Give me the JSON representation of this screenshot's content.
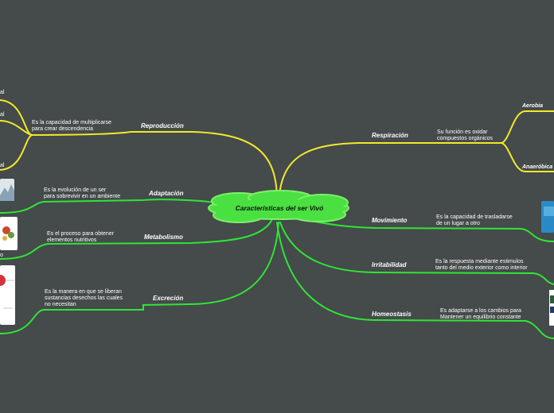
{
  "central": {
    "title": "Características del ser Vivó"
  },
  "colors": {
    "left_branch": "#f2e92a",
    "right_branch": "#2ee634",
    "center_fill": "#4ae042",
    "center_stroke": "#7ef06a"
  },
  "left": [
    {
      "label": "Reproducción",
      "desc": "Es la capacidad de multiplicarse\npara crear descendencia",
      "color": "#f2e92a"
    },
    {
      "label": "Adaptación",
      "desc": "Es la evolución de un ser\npara sobrevivir en un ambiente",
      "color": "#2ee634"
    },
    {
      "label": "Metabolismo",
      "desc": "Es el proceso para obtener\nelementos nutritivos",
      "color": "#2ee634"
    },
    {
      "label": "Excreción",
      "desc": "Es la manera en que se liberan\nsustancias desechos las cuales\nno necesitan",
      "color": "#2ee634"
    }
  ],
  "right": [
    {
      "label": "Respiración",
      "desc": "Su función es oxidar\ncompuestos orgánicos",
      "color": "#f2e92a"
    },
    {
      "label": "Movimiento",
      "desc": "Es la capacidad de trasladarse\nde un lugar a otro",
      "color": "#2ee634"
    },
    {
      "label": "Irritabilidad",
      "desc": "Es la respuesta mediante estimulos\ntanto del medio exterior como interior",
      "color": "#2ee634"
    },
    {
      "label": "Homeostasis",
      "desc": "Es adaptarse a los cambios para\nMantener un equilibrio constante",
      "color": "#2ee634"
    }
  ],
  "respiracion_children": [
    {
      "label": "Aerobia"
    },
    {
      "label": "Anaeróbica"
    }
  ],
  "edge_fragments": {
    "a": "al",
    "b": "al",
    "c": "al",
    "d": "o"
  }
}
